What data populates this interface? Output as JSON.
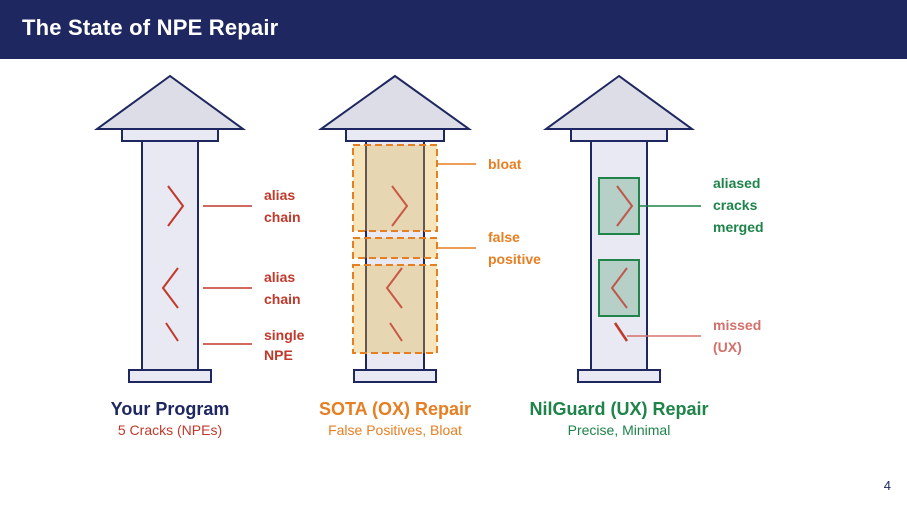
{
  "header": {
    "title": "The State of NPE Repair"
  },
  "page_number": "4",
  "columns": [
    {
      "title": "Your Program",
      "subtitle": "5 Cracks (NPEs)",
      "labels": {
        "l1a": "alias",
        "l1b": "chain",
        "l2a": "alias",
        "l2b": "chain",
        "l3a": "single",
        "l3b": "NPE"
      }
    },
    {
      "title": "SOTA (OX) Repair",
      "subtitle": "False Positives, Bloat",
      "labels": {
        "l1a": "bloat",
        "l2a": "false",
        "l2b": "positive"
      }
    },
    {
      "title": "NilGuard (UX) Repair",
      "subtitle": "Precise, Minimal",
      "labels": {
        "l1a": "aliased",
        "l1b": "cracks",
        "l1c": "merged",
        "l2a": "missed",
        "l2b": "(UX)"
      }
    }
  ],
  "colors": {
    "navy": "#1f2761",
    "red": "#c0392b",
    "orange": "#e67e22",
    "green": "#1e8449",
    "pink": "#d4706a",
    "pillar_fill": "#e8e9f2",
    "roof_fill": "#dcdde6"
  }
}
